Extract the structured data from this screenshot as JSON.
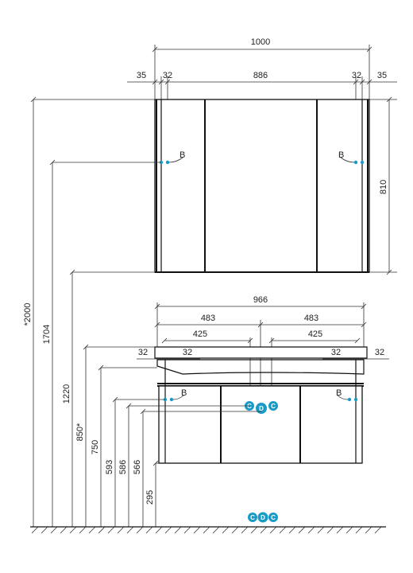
{
  "diagram": {
    "cabinet": {
      "width_total": "1000",
      "side_left": "35",
      "gap_left": "32",
      "inner": "886",
      "gap_right": "32",
      "side_right": "35",
      "height": "810",
      "point_label": "B"
    },
    "vanity": {
      "width": "966",
      "half_left": "483",
      "half_right": "483",
      "inner_left": "425",
      "inner_right": "425",
      "offset_left_a": "32",
      "offset_left_b": "32",
      "offset_right_a": "32",
      "offset_right_b": "32",
      "point_label": "B"
    },
    "heights": {
      "total": "*2000",
      "h1704": "1704",
      "h1220": "1220",
      "h850": "850*",
      "h750": "750",
      "h593": "593",
      "h586": "586",
      "h566": "566",
      "h295": "295"
    },
    "badges": {
      "c": "C",
      "d": "D"
    },
    "colors": {
      "badge": "#1a9bc7",
      "badge_dark": "#0e6f91",
      "line": "#333333"
    }
  }
}
